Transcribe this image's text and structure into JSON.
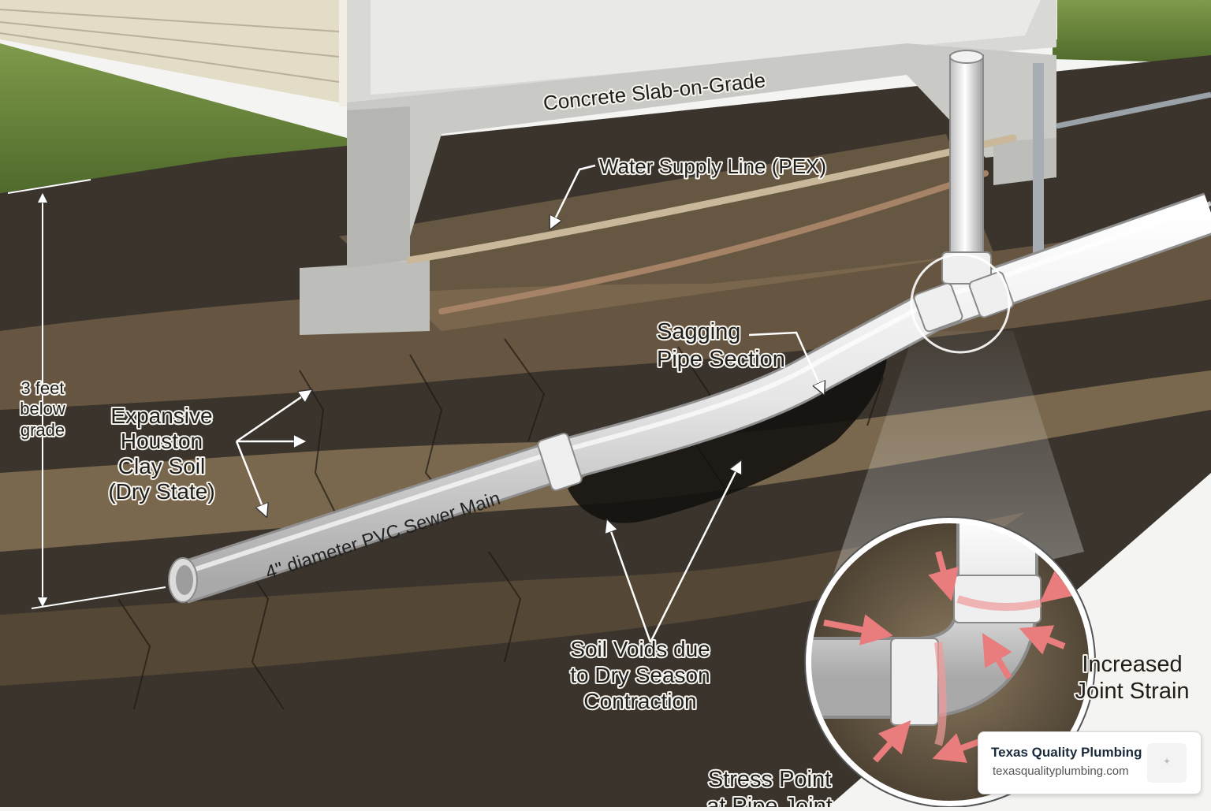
{
  "labels": {
    "slab": "Concrete Slab-on-Grade",
    "water_line": "Water Supply Line (PEX)",
    "sagging_1": "Sagging",
    "sagging_2": "Pipe Section",
    "depth_1": "3 feet",
    "depth_2": "below",
    "depth_3": "grade",
    "clay_1": "Expansive",
    "clay_2": "Houston",
    "clay_3": "Clay Soil",
    "clay_4": "(Dry State)",
    "sewer": "4\" diameter PVC Sewer Main",
    "voids_1": "Soil Voids due",
    "voids_2": "to Dry Season",
    "voids_3": "Contraction",
    "strain_1": "Increased",
    "strain_2": "Joint Strain",
    "stress_1": "Stress Point",
    "stress_2": "at Pipe Joint"
  },
  "brand": {
    "name": "Texas Quality Plumbing",
    "url": "texasqualityplumbing.com"
  },
  "colors": {
    "soil_dark": "#3a342c",
    "soil_mid": "#6e5d45",
    "soil_light": "#8f7a5a",
    "concrete": "#c9c9c6",
    "pvc": "#ececec",
    "grass": "#6f8a3e",
    "siding": "#e3dcc6",
    "strain_arrow": "#e97d7d"
  }
}
